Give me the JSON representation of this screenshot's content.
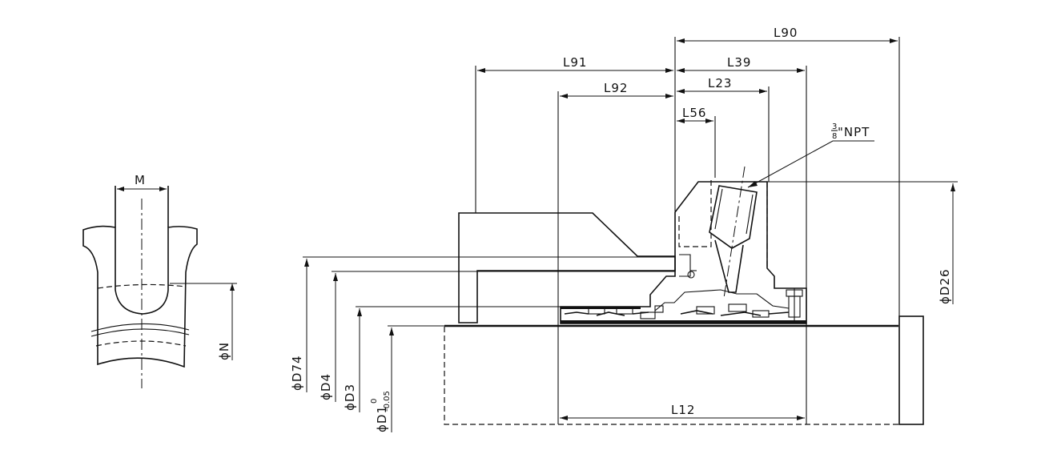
{
  "detail_view": {
    "labels": {
      "M": "M",
      "N": "ϕN"
    }
  },
  "main_view": {
    "horizontal_dims": {
      "L90": "L90",
      "L91": "L91",
      "L39": "L39",
      "L92": "L92",
      "L23": "L23",
      "L56": "L56",
      "L12": "L12"
    },
    "diameter_dims": {
      "D74": "ϕD74",
      "D4": "ϕD4",
      "D3": "ϕD3",
      "D1": "ϕD1",
      "D1_upper_tol": "0",
      "D1_lower_tol": "-0.05",
      "D26": "ϕD26"
    },
    "thread_callout": {
      "frac_num": "3",
      "frac_den": "8",
      "text": "\"NPT"
    }
  },
  "colors": {
    "ink": "#111111",
    "background": "#ffffff"
  }
}
